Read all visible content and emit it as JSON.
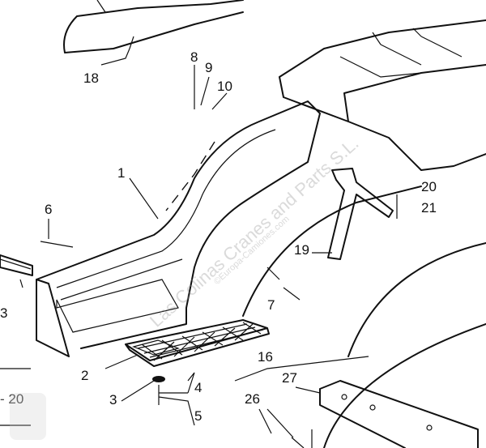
{
  "diagram": {
    "part_labels": [
      "18",
      "8",
      "9",
      "10",
      "1",
      "6",
      "3",
      "20",
      "21",
      "19",
      "7",
      "16",
      "27",
      "2",
      "3",
      "4",
      "5",
      "26"
    ],
    "ref_label": "- 20",
    "watermark": {
      "line1": "Las Colinas Cranes and Parts S.L.",
      "line2": "©Europa-Camiones.com"
    }
  }
}
